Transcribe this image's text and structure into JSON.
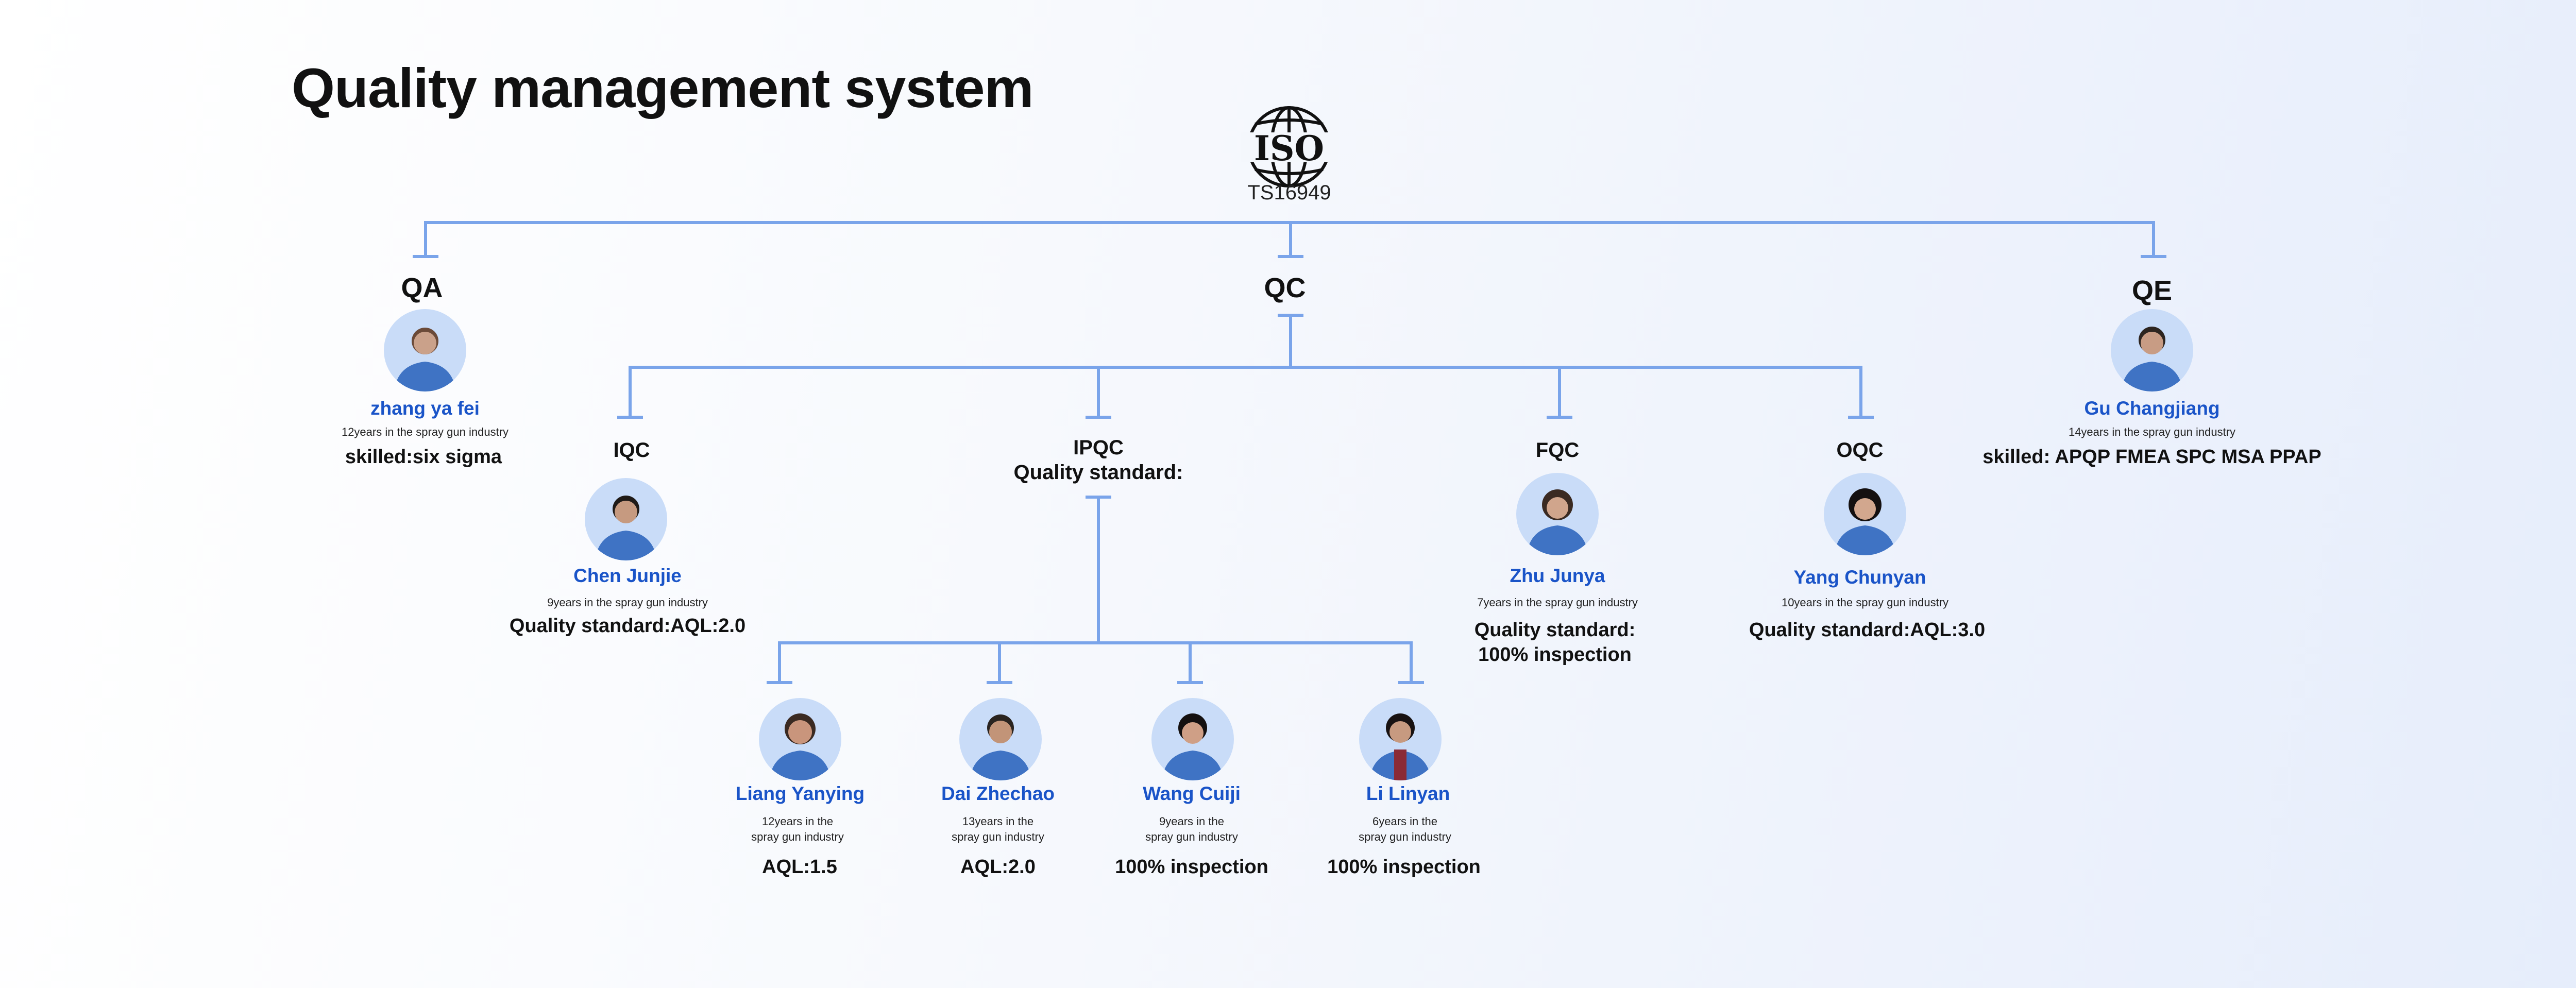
{
  "title": "Quality management system",
  "iso": {
    "logo_text": "ISO",
    "subtitle": "TS16949"
  },
  "qa": {
    "role": "QA",
    "name": "zhang ya fei",
    "experience": "12years in the spray gun industry",
    "skill": "skilled:six sigma"
  },
  "qc": {
    "role": "QC",
    "iqc": {
      "role": "IQC",
      "name": "Chen Junjie",
      "experience": "9years in the spray gun industry",
      "standard": "Quality standard:AQL:2.0"
    },
    "ipqc": {
      "role": "IPQC",
      "standard_label": "Quality standard:",
      "members": [
        {
          "name": "Liang Yanying",
          "experience_1": "12years in the",
          "experience_2": "spray gun industry",
          "standard": "AQL:1.5"
        },
        {
          "name": "Dai Zhechao",
          "experience_1": "13years in the",
          "experience_2": "spray gun industry",
          "standard": "AQL:2.0"
        },
        {
          "name": "Wang Cuiji",
          "experience_1": "9years in the",
          "experience_2": "spray gun industry",
          "standard": "100% inspection"
        },
        {
          "name": "Li Linyan",
          "experience_1": "6years in the",
          "experience_2": "spray gun industry",
          "standard": "100% inspection"
        }
      ]
    },
    "fqc": {
      "role": "FQC",
      "name": "Zhu Junya",
      "experience": "7years in the spray gun industry",
      "standard_1": "Quality standard:",
      "standard_2": "100% inspection"
    },
    "oqc": {
      "role": "OQC",
      "name": "Yang  Chunyan",
      "experience": "10years in the spray gun industry",
      "standard": "Quality standard:AQL:3.0"
    }
  },
  "qe": {
    "role": "QE",
    "name": "Gu Changjiang",
    "experience": "14years in the spray gun industry",
    "skill": "skilled:  APQP  FMEA  SPC   MSA  PPAP"
  },
  "colors": {
    "connector": "#7aa4ea",
    "name": "#1a54c8",
    "avatar_bg": "#c9dcf8",
    "uniform": "#3f73c4"
  },
  "icons": {
    "person": "person-photo-icon",
    "globe": "globe-icon"
  }
}
